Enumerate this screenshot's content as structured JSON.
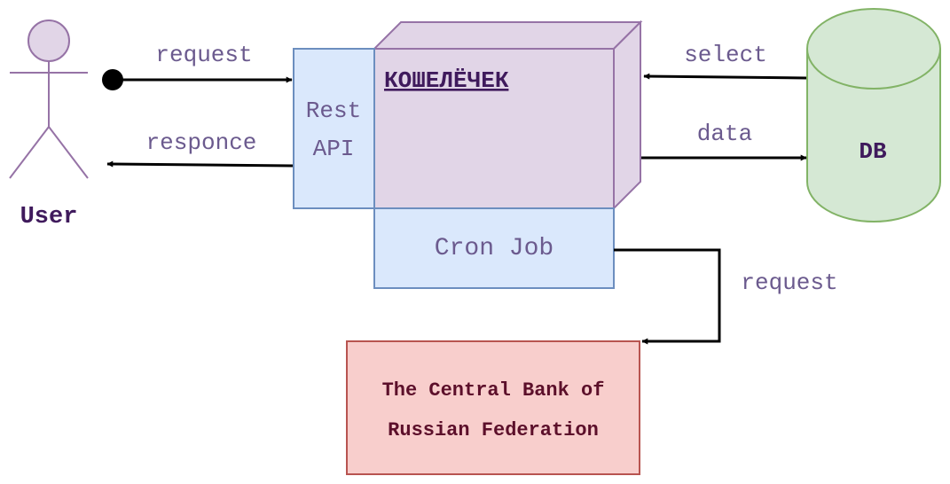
{
  "colors": {
    "actor_fill": "#e1d5e7",
    "actor_stroke": "#9673a6",
    "actor_label": "#3f1a5c",
    "node_fill": "#e1d5e7",
    "node_stroke": "#9673a6",
    "node_label": "#3f1a5c",
    "api_fill": "#dae8fc",
    "api_stroke": "#6c8ebf",
    "db_fill": "#d5e8d4",
    "db_stroke": "#82b366",
    "bank_fill": "#f8cecc",
    "bank_stroke": "#b85450",
    "bank_label": "#5c0f2a",
    "text": "#6b5a8e",
    "edge": "#000000"
  },
  "actor": {
    "label": "User",
    "icon": "person-icon"
  },
  "app": {
    "name": "КОШЕЛЁЧЕК"
  },
  "rest_api": {
    "line1": "Rest",
    "line2": "API"
  },
  "cron": {
    "label": "Cron Job"
  },
  "db": {
    "label": "DB"
  },
  "bank": {
    "line1": "The Central Bank of",
    "line2": "Russian Federation"
  },
  "edges": {
    "user_request": "request",
    "user_response": "responce",
    "db_select": "select",
    "db_data": "data",
    "cron_request": "request"
  }
}
